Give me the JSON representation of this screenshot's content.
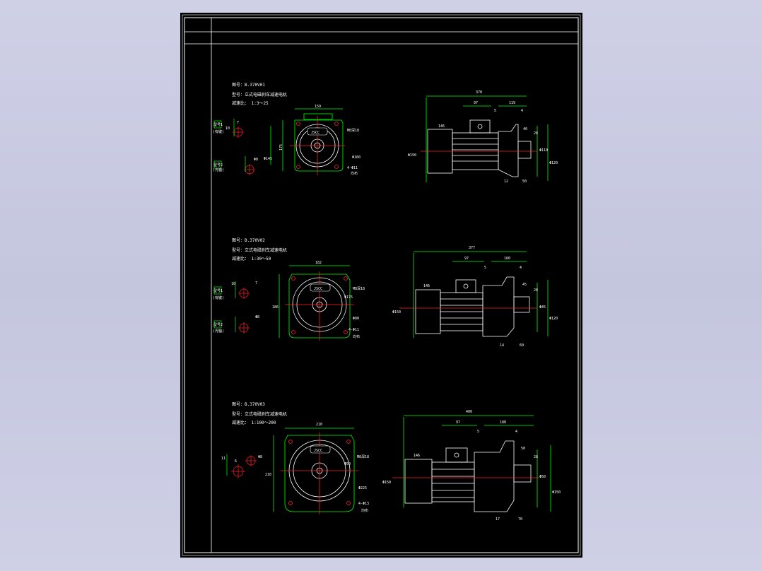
{
  "sheet": {
    "colors": {
      "background": "#000000",
      "frame": "#ffffff",
      "outline": "#00ff00",
      "centerline": "#ff2020",
      "dimension": "#00ff00",
      "text": "#ffffff"
    }
  },
  "views": [
    {
      "model": "图号：B.370V01",
      "type": "型号：立式电磁刹车减速电机",
      "ratio": "减速比：  1:3～25",
      "logo": "JSCC",
      "front_dims": {
        "width": "159",
        "height": "175",
        "bolt": "M8深18",
        "holes": "4-Φ11",
        "holes_note": "均布",
        "pcd": "Φ160",
        "shaft": "Φ145"
      },
      "side_dims": {
        "overall": "370",
        "a": "97",
        "b": "119",
        "c": "5",
        "d": "4",
        "h1": "146",
        "h2": "Φ150",
        "s1": "40",
        "s2": "28",
        "s3": "Φ110",
        "s4": "Φ120",
        "f1": "12",
        "f2": "50"
      },
      "shaft_labels": {
        "top": "型号1",
        "top_sub": "(有键)",
        "bot": "型号2",
        "bot_sub": "(光轴)",
        "k1": "7",
        "k2": "10",
        "k3": "Φ8"
      }
    },
    {
      "model": "图号：B.370V02",
      "type": "型号：立式电磁刹车减速电机",
      "ratio": "减速比：  1:30～50",
      "logo": "JSCC",
      "front_dims": {
        "width": "182",
        "height": "186",
        "bolt": "M8深18",
        "holes": "4-Φ11",
        "holes_note": "均布",
        "pcd": "Φ80",
        "shaft": "Φ175"
      },
      "side_dims": {
        "overall": "377",
        "a": "97",
        "b": "160",
        "c": "5",
        "d": "4",
        "h1": "146",
        "h2": "Φ150",
        "s1": "45",
        "s2": "28",
        "s3": "Φ45",
        "s4": "Φ120",
        "f1": "14",
        "f2": "60"
      },
      "shaft_labels": {
        "top": "型号1",
        "top_sub": "(有键)",
        "bot": "型号2",
        "bot_sub": "(光轴)",
        "k1": "7",
        "k2": "10",
        "k3": "Φ8"
      }
    },
    {
      "model": "图号：B.370V03",
      "type": "型号：立式电磁刹车减速电机",
      "ratio": "减速比：  1:100～200",
      "logo": "JSCC",
      "front_dims": {
        "width": "210",
        "height": "210",
        "bolt": "M8深18",
        "holes": "4-Φ13",
        "holes_note": "均布",
        "pcd": "Φ225",
        "shaft": "Φ50"
      },
      "side_dims": {
        "overall": "400",
        "a": "97",
        "b": "180",
        "c": "5",
        "d": "4",
        "h1": "146",
        "h2": "Φ150",
        "s1": "50",
        "s2": "28",
        "s3": "Φ50",
        "s4": "Φ150",
        "f1": "17",
        "f2": "70"
      },
      "shaft_labels": {
        "top": "",
        "top_sub": "",
        "bot": "",
        "bot_sub": "",
        "k1": "11",
        "k2": "6",
        "k3": "Φ8"
      }
    }
  ]
}
